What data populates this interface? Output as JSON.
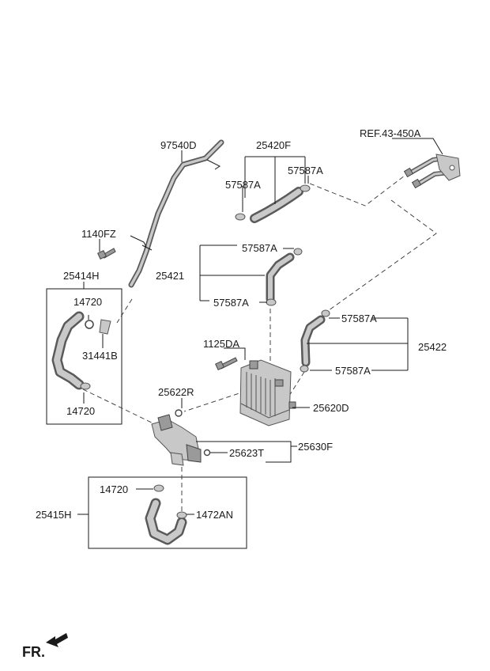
{
  "labels": {
    "p97540D": "97540D",
    "p25420F": "25420F",
    "pREF": "REF.43-450A",
    "p57587A_1": "57587A",
    "p57587A_2": "57587A",
    "p1140FZ": "1140FZ",
    "p25414H": "25414H",
    "p57587A_3": "57587A",
    "p25421": "25421",
    "p57587A_4": "57587A",
    "p14720_1": "14720",
    "p31441B": "31441B",
    "p57587A_5": "57587A",
    "p25422": "25422",
    "p1125DA": "1125DA",
    "p57587A_6": "57587A",
    "p25622R": "25622R",
    "p14720_2": "14720",
    "p25620D": "25620D",
    "p25623T": "25623T",
    "p25630F": "25630F",
    "p14720_3": "14720",
    "p25415H": "25415H",
    "p1472AN": "1472AN",
    "fr": "FR."
  },
  "colors": {
    "line": "#1a1a1a",
    "part_fill": "#c8c8c8",
    "part_stroke": "#555555",
    "background": "#ffffff"
  },
  "icons": {
    "front_direction": "arrow-icon"
  }
}
